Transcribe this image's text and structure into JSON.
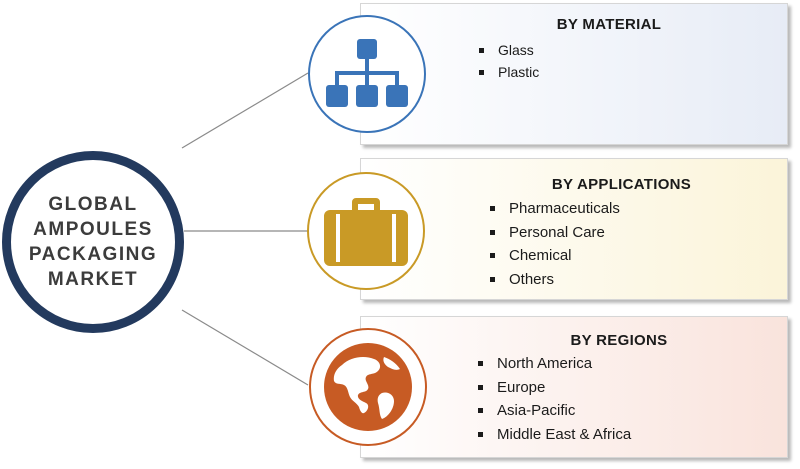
{
  "hub": {
    "title": "GLOBAL\nAMPOULES\nPACKAGING\nMARKET"
  },
  "colors": {
    "hub_ring": "#233a5e",
    "material_accent": "#3a74b8",
    "applications_accent": "#c99a26",
    "regions_accent": "#c75b24",
    "connector": "#7f7f7f"
  },
  "segments": [
    {
      "title": "BY MATERIAL",
      "icon": "hierarchy-icon",
      "items": [
        "Glass",
        "Plastic"
      ]
    },
    {
      "title": "BY APPLICATIONS",
      "icon": "briefcase-icon",
      "items": [
        "Pharmaceuticals",
        "Personal Care",
        "Chemical",
        "Others"
      ]
    },
    {
      "title": "BY REGIONS",
      "icon": "globe-icon",
      "items": [
        "North America",
        "Europe",
        "Asia-Pacific",
        "Middle East & Africa"
      ]
    }
  ]
}
